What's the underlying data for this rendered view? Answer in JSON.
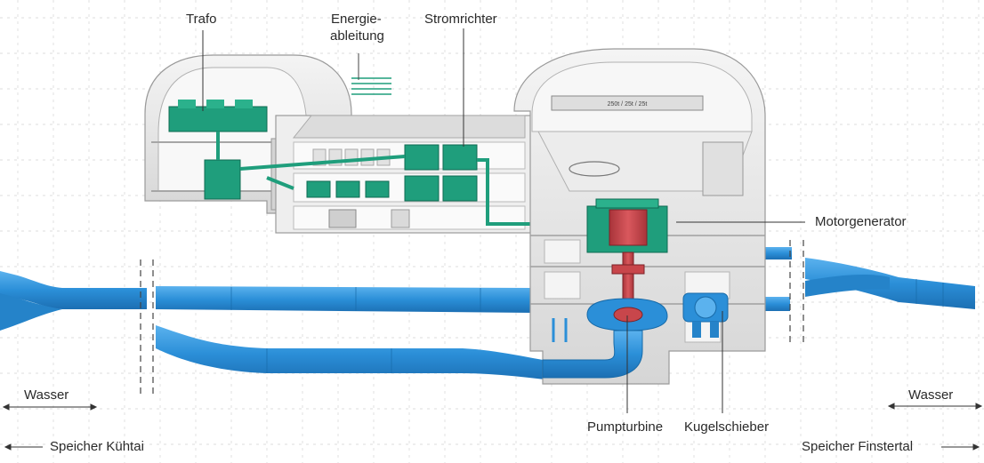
{
  "labels": {
    "trafo": "Trafo",
    "energieableitung_1": "Energie-",
    "energieableitung_2": "ableitung",
    "stromrichter": "Stromrichter",
    "motorgenerator": "Motorgenerator",
    "pumpturbine": "Pumpturbine",
    "kugelschieber": "Kugelschieber",
    "wasser_left": "Wasser",
    "wasser_right": "Wasser",
    "speicher_left": "Speicher Kühtai",
    "speicher_right": "Speicher Finstertal",
    "crane_sign": "250t / 25t / 25t"
  },
  "colors": {
    "pipe_blue": "#2b8fd8",
    "equipment_green": "#1f9e7c",
    "rotor_red": "#c8464b",
    "structure_gray": "#e8e8e8"
  }
}
